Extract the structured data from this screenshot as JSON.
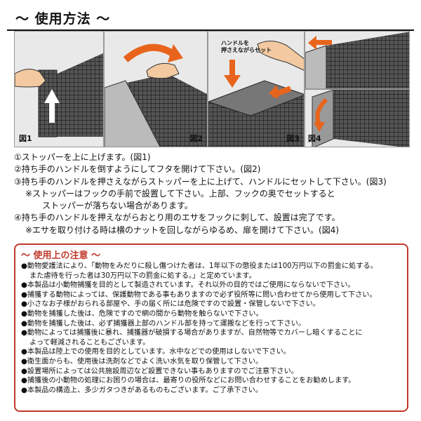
{
  "header": {
    "title": "〜 使用方法 〜"
  },
  "figures": {
    "fig1": "図1",
    "fig2": "図2",
    "fig3": "図3",
    "fig3_note_line1": "ハンドルを",
    "fig3_note_line2": "押さえながらセット",
    "fig4": "図4"
  },
  "instructions": [
    "①ストッパーを上に上げます。(図1)",
    "②持ち手のハンドルを倒すようにしてフタを開けて下さい。(図2)",
    "③持ち手のハンドルを押さえながらストッパーを上に上げて、ハンドルにセットして下さい。(図3)",
    "※ストッパーはフックの手前で設置して下さい。上部、フックの奥でセットすると",
    "ストッパーが落ちない場合があります。",
    "④持ち手のハンドルを押えながらおとり用のエサをフックに刺して、設置は完了です。",
    "※エサを取り付ける時は横のナットを回しながらゆるめ、扉を開けて下さい。(図4)"
  ],
  "caution": {
    "title": "〜 使用上の注意 〜",
    "lines": [
      "●動物愛護法により、「動物をみだりに殺し傷つけた者は、1年以下の懲役または100万円以下の罰金に処する。",
      "また虐待を行った者は30万円以下の罰金に処する。」と定めています。",
      "●本製品は小動物捕獲を目的として製造されています。それ以外の目的ではご使用にならないで下さい。",
      "●捕獲する動物によっては、保護動物である事もありますので必ず役所等に問い合わせてから使用して下さい。",
      "●小さなお子様がおられる部屋や、手の届く所には危険ですので設置・保管しないで下さい。",
      "●動物を捕獲した後は、危険ですので網の間から動物を触らないで下さい。",
      "●動物を捕獲した後は、必ず捕獲器上部のハンドル部を持って運搬などを行って下さい。",
      "●動物によっては捕獲後に暴れ、捕獲器が破損する場合がありますが、自然物等でカバーし暗くすることに",
      "よって軽減されることもございます。",
      "●本製品は陸上での使用を目的としています。水中などでの使用はしないで下さい。",
      "●衛生面からも、使用後は洗剤などでよく洗い水気を取り保管して下さい。",
      "●設置場所によっては公共施設周辺など設置できない事もありますのでご注意下さい。",
      "●捕獲後の小動物の処理にお困りの場合は、最寄りの役所などにお問い合わせすることをお勧めします。",
      "●本製品の構造上、多少ガタつきがあるものもございます。ご了承下さい。"
    ]
  }
}
